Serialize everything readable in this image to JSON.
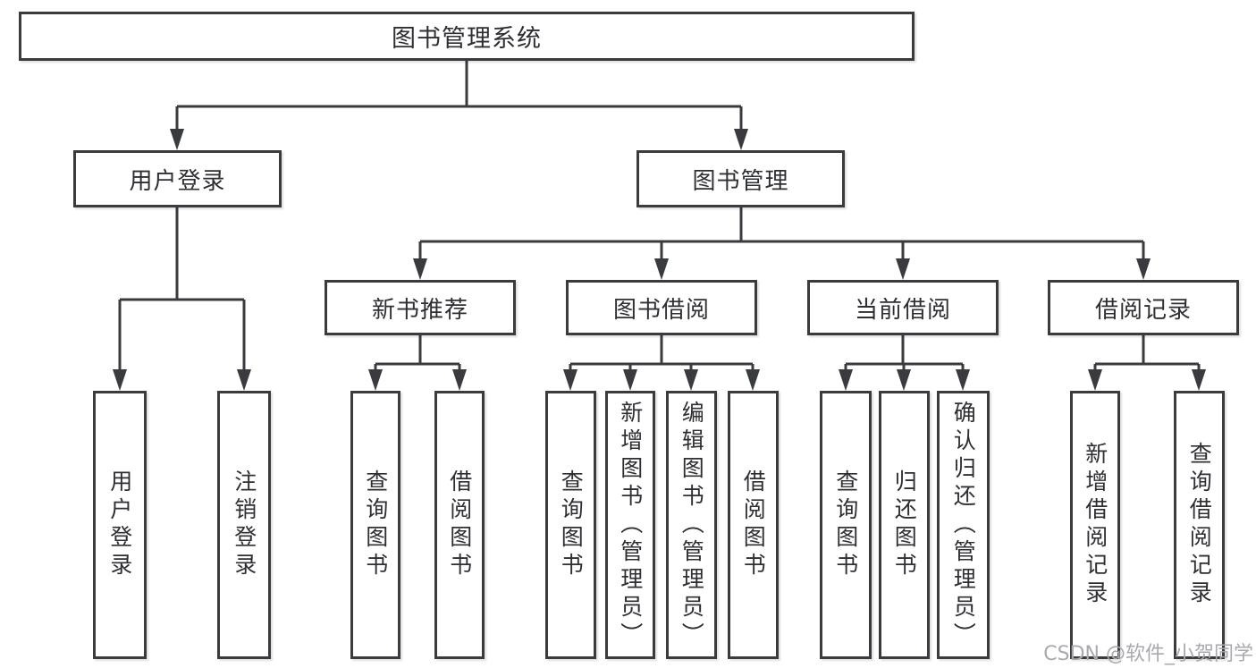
{
  "diagram": {
    "root": {
      "label": "图书管理系统"
    },
    "branches": [
      {
        "label": "用户登录",
        "children": [
          {
            "label": "用户登录"
          },
          {
            "label": "注销登录"
          }
        ]
      },
      {
        "label": "图书管理",
        "children": [
          {
            "label": "新书推荐",
            "children": [
              {
                "label": "查询图书"
              },
              {
                "label": "借阅图书"
              }
            ]
          },
          {
            "label": "图书借阅",
            "children": [
              {
                "label": "查询图书"
              },
              {
                "label": "新增图书（管理员）"
              },
              {
                "label": "编辑图书（管理员）"
              },
              {
                "label": "借阅图书"
              }
            ]
          },
          {
            "label": "当前借阅",
            "children": [
              {
                "label": "查询图书"
              },
              {
                "label": "归还图书"
              },
              {
                "label": "确认归还（管理员）"
              }
            ]
          },
          {
            "label": "借阅记录",
            "children": [
              {
                "label": "新增借阅记录"
              },
              {
                "label": "查询借阅记录"
              }
            ]
          }
        ]
      }
    ],
    "watermark": "CSDN @软件_小贺同学",
    "colors": {
      "line": "#3a3b3f",
      "text": "#2e2f33",
      "box_background": "#ffffff",
      "watermark": "#a9aaae",
      "background": "#ffffff"
    }
  }
}
